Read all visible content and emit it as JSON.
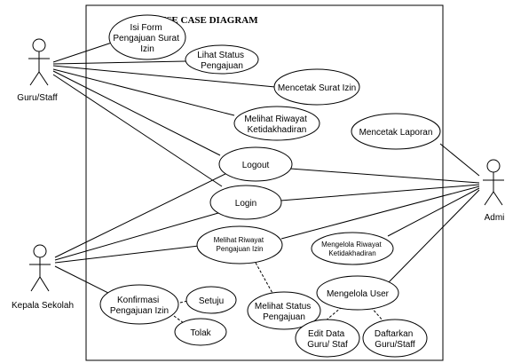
{
  "title": "USE CASE DIAGRAM",
  "actors": {
    "guru": "Guru/Staff",
    "kepala": "Kepala Sekolah",
    "admin": "Admi"
  },
  "use_cases": {
    "isi_form": [
      "Isi Form",
      "Pengajuan Surat",
      "Izin"
    ],
    "lihat_status_guru": [
      "Lihat Status",
      "Pengajuan"
    ],
    "mencetak_surat": [
      "Mencetak Surat Izin"
    ],
    "melihat_riwayat_ketidak": [
      "Melihat Riwayat",
      "Ketidakhadiran"
    ],
    "mencetak_laporan": [
      "Mencetak Laporan"
    ],
    "logout": [
      "Logout"
    ],
    "login": [
      "Login"
    ],
    "melihat_riwayat_pengajuan": [
      "Melihat Riwayat",
      "Pengajuan Izin"
    ],
    "mengelola_riwayat": [
      "Mengelola Riwayat",
      "Ketidakhadiran"
    ],
    "melihat_status_kepala": [
      "Melihat Status",
      "Pengajuan"
    ],
    "konfirmasi": [
      "Konfirmasi",
      "Pengajuan Izin"
    ],
    "setuju": [
      "Setuju"
    ],
    "tolak": [
      "Tolak"
    ],
    "mengelola_user": [
      "Mengelola User"
    ],
    "edit_data": [
      "Edit Data",
      "Guru/ Staf"
    ],
    "daftarkan": [
      "Daftarkan",
      "Guru/Staff"
    ]
  }
}
